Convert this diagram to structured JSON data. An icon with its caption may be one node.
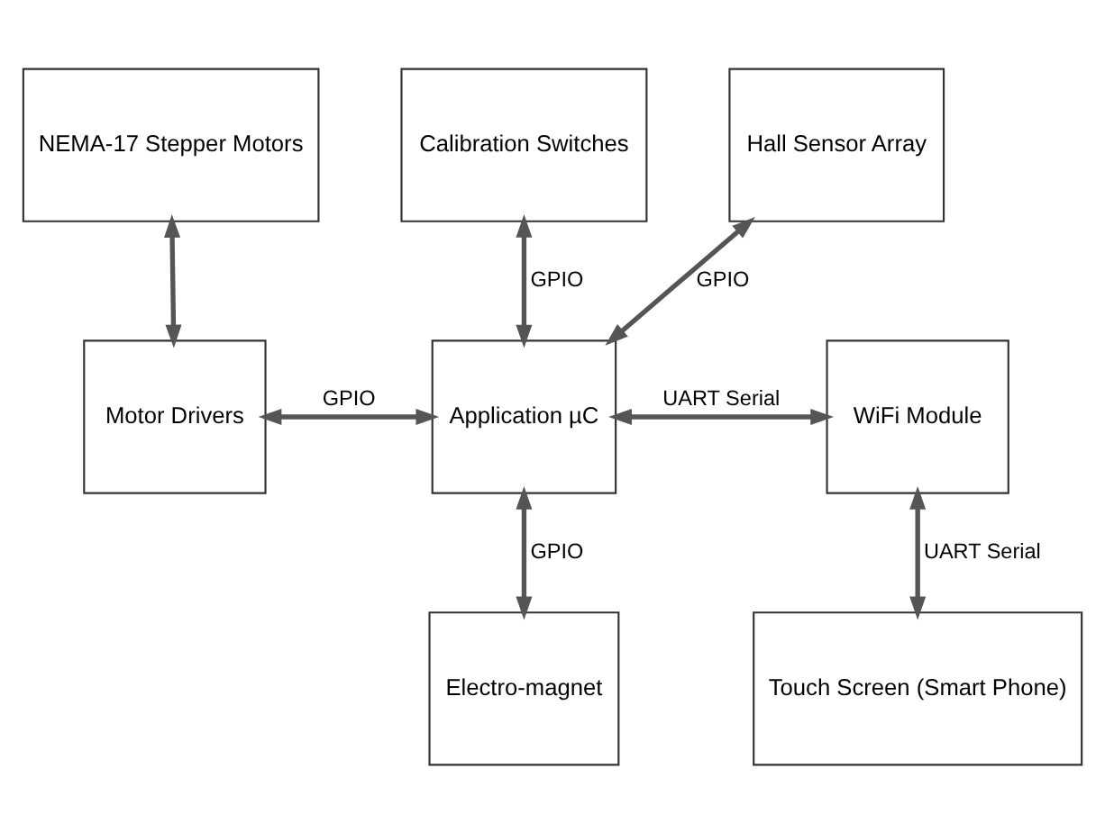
{
  "diagram": {
    "nodes": [
      {
        "text": [
          "NEMA-17 Stepper Motors"
        ]
      },
      {
        "text": [
          "Calibration Switches"
        ]
      },
      {
        "text": [
          "Hall Sensor Array"
        ]
      },
      {
        "text": [
          "Motor Drivers"
        ]
      },
      {
        "text": [
          "Application µC"
        ]
      },
      {
        "text": [
          "WiFi Module"
        ]
      },
      {
        "text": [
          "Electro-magnet"
        ]
      },
      {
        "text": [
          "Touch Screen (Smart Phone)"
        ]
      }
    ],
    "edges": [
      {
        "from": 0,
        "to": 3,
        "arrow": "both"
      },
      {
        "from": 1,
        "to": 4,
        "arrow": "both",
        "label": "GPIO"
      },
      {
        "from": 2,
        "to": 4,
        "arrow": "both",
        "label": "GPIO"
      },
      {
        "from": 3,
        "to": 4,
        "arrow": "both",
        "label": "GPIO"
      },
      {
        "from": 4,
        "to": 5,
        "arrow": "both",
        "label": "UART Serial"
      },
      {
        "from": 4,
        "to": 6,
        "arrow": "both",
        "label": "GPIO"
      },
      {
        "from": 5,
        "to": 7,
        "arrow": "both",
        "label": "UART Serial"
      }
    ]
  }
}
